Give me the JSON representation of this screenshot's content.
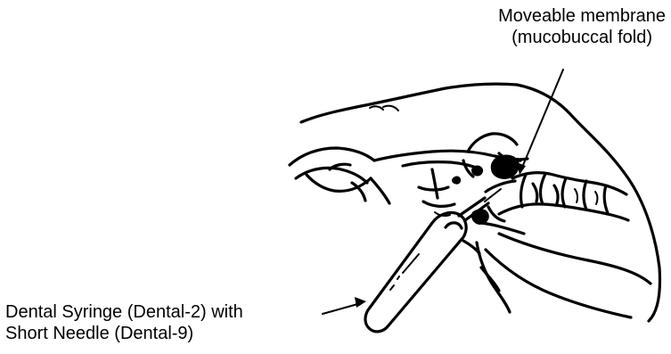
{
  "labels": {
    "membrane": {
      "line1": "Moveable membrane",
      "line2": "(mucobuccal fold)"
    },
    "syringe": {
      "line1": "Dental Syringe (Dental-2) with",
      "line2": "Short Needle (Dental-9)"
    }
  },
  "colors": {
    "ink": "#000000",
    "background": "#ffffff"
  }
}
